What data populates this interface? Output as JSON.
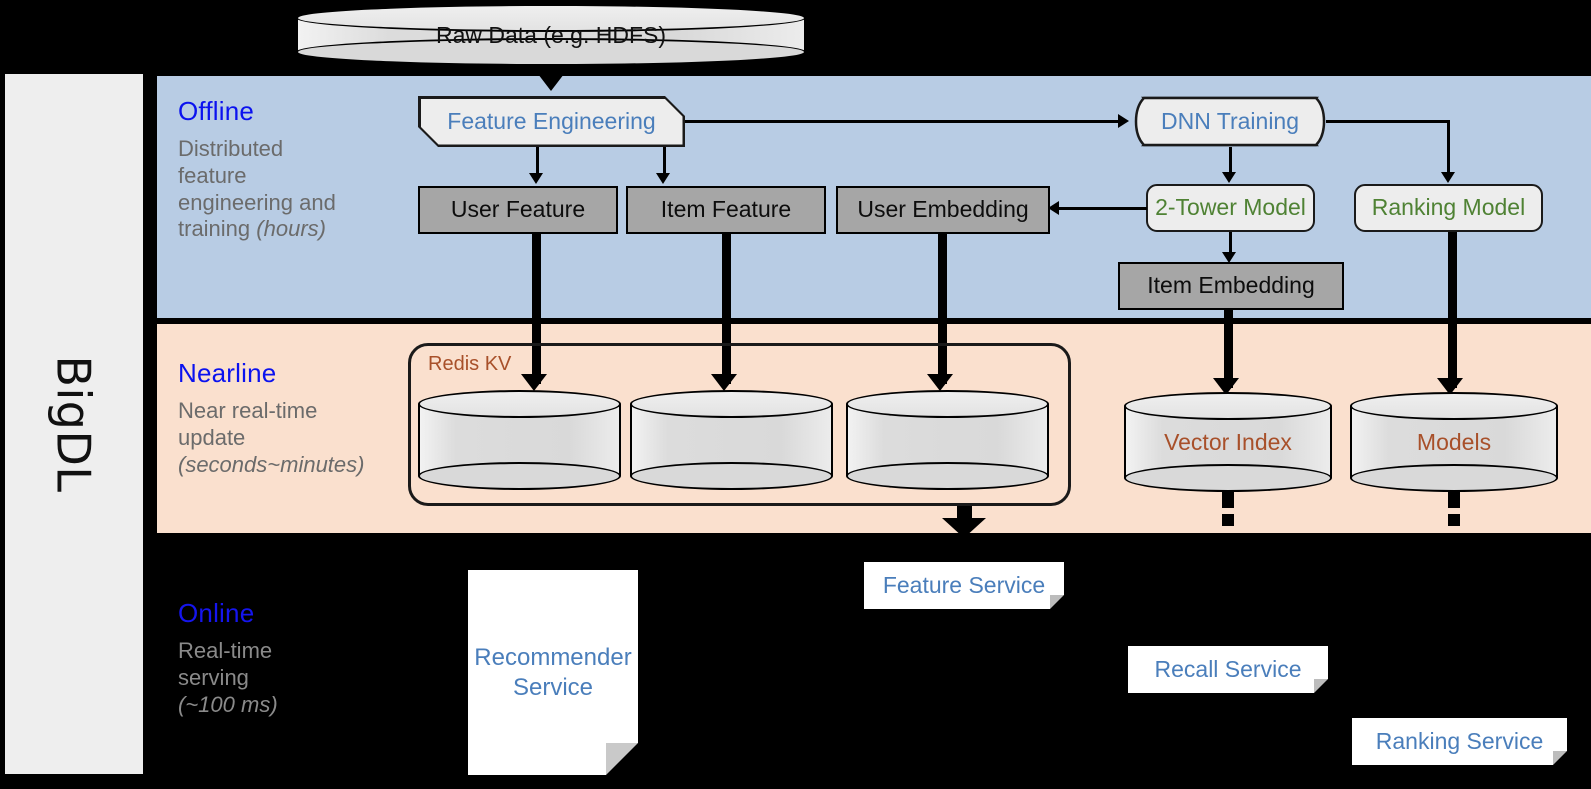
{
  "framework": {
    "name": "BigDL"
  },
  "source": {
    "label": "Raw Data (e.g. HDFS)"
  },
  "bands": [
    {
      "id": "offline",
      "title": "Offline",
      "subtitle": "Distributed feature engineering and ",
      "subtitle_italic": "(hours)",
      "bg": "#b8cce4"
    },
    {
      "id": "nearline",
      "title": "Nearline",
      "subtitle": "Near real-time update ",
      "subtitle_italic": "(seconds~minutes)",
      "bg": "#fae0ce"
    },
    {
      "id": "online",
      "title": "Online",
      "subtitle": "Real-time serving ",
      "subtitle_italic": "(~100 ms)",
      "bg": "#000000"
    }
  ],
  "offline": {
    "title": "Offline",
    "sub_line1": "Distributed",
    "sub_line2": "feature",
    "sub_line3": "engineering and",
    "sub_line4": "training ",
    "sub_italic": "(hours)",
    "feature_engineering": "Feature Engineering",
    "dnn_training": "DNN Training",
    "user_feature": "User Feature",
    "item_feature": "Item Feature",
    "user_embedding": "User Embedding",
    "two_tower_model": "2-Tower Model",
    "ranking_model": "Ranking Model",
    "item_embedding": "Item Embedding"
  },
  "nearline": {
    "title": "Nearline",
    "sub_line1": "Near real-time",
    "sub_line2": "update",
    "sub_italic": "(seconds~minutes)",
    "redis_kv": "Redis KV",
    "stores": [
      "",
      "",
      ""
    ],
    "vector_index": "Vector Index",
    "models": "Models"
  },
  "online": {
    "title": "Online",
    "sub_line1": "Real-time",
    "sub_line2": "serving",
    "sub_italic": "(~100 ms)",
    "recommender_service_l1": "Recommender",
    "recommender_service_l2": "Service",
    "feature_service": "Feature Service",
    "recall_service": "Recall Service",
    "ranking_service": "Ranking Service"
  },
  "colors": {
    "offline_bg": "#b8cce4",
    "nearline_bg": "#fae0ce",
    "online_bg": "#000000",
    "band_title": "#0b12ef",
    "band_sub": "#6b6b6b",
    "process_text": "#4a7ebb",
    "model_text": "#4f8234",
    "store_text": "#a8502a",
    "data_box": "#a6a6a6",
    "rail_bg": "#eeeeee"
  }
}
